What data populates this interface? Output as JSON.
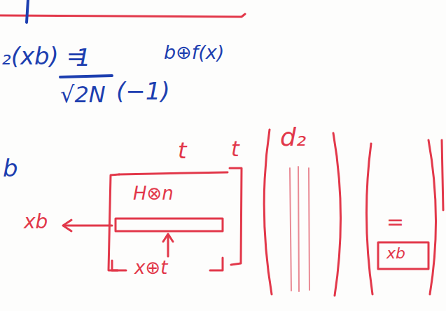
{
  "diagram": {
    "labels": [
      "₂(xb) =",
      "1",
      "√2N",
      "(−1)",
      "b⊕f(x)",
      "b",
      "t",
      "t",
      "H⊗n",
      "xb",
      "x⊕t",
      "d₂",
      "=",
      "xb"
    ]
  }
}
